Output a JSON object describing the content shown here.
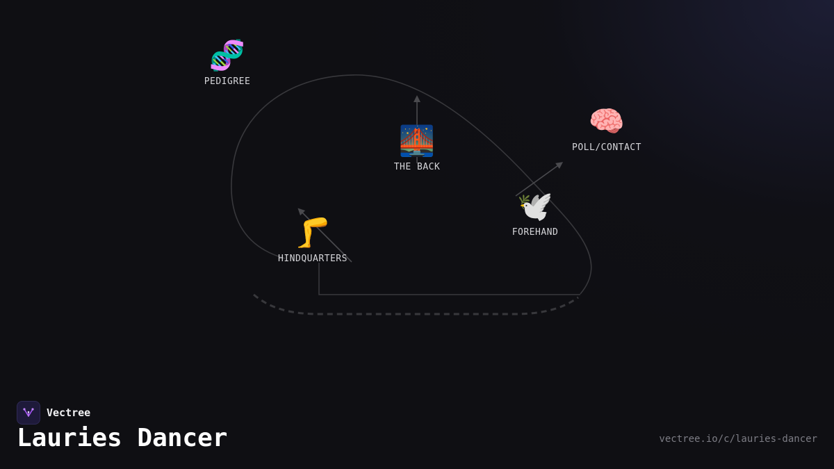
{
  "diagram": {
    "nodes": [
      {
        "id": "pedigree",
        "emoji": "🧬",
        "label": "PEDIGREE"
      },
      {
        "id": "the-back",
        "emoji": "🌉",
        "label": "THE BACK"
      },
      {
        "id": "poll-contact",
        "emoji": "🧠",
        "label": "POLL/CONTACT"
      },
      {
        "id": "forehand",
        "emoji": "🕊️",
        "label": "FOREHAND"
      },
      {
        "id": "hindquarters",
        "emoji": "🦵",
        "label": "HINDQUARTERS"
      }
    ]
  },
  "brand": {
    "name": "Vectree",
    "logo_icon": "vectree-logo-icon"
  },
  "page_title": "Lauries Dancer",
  "footer_url": "vectree.io/c/lauries-dancer",
  "colors": {
    "background": "#0f0f13",
    "lines": "#3a3a3e",
    "brand_logo_bg": "#1e1a3a",
    "brand_logo_accent": "#a855f7"
  }
}
